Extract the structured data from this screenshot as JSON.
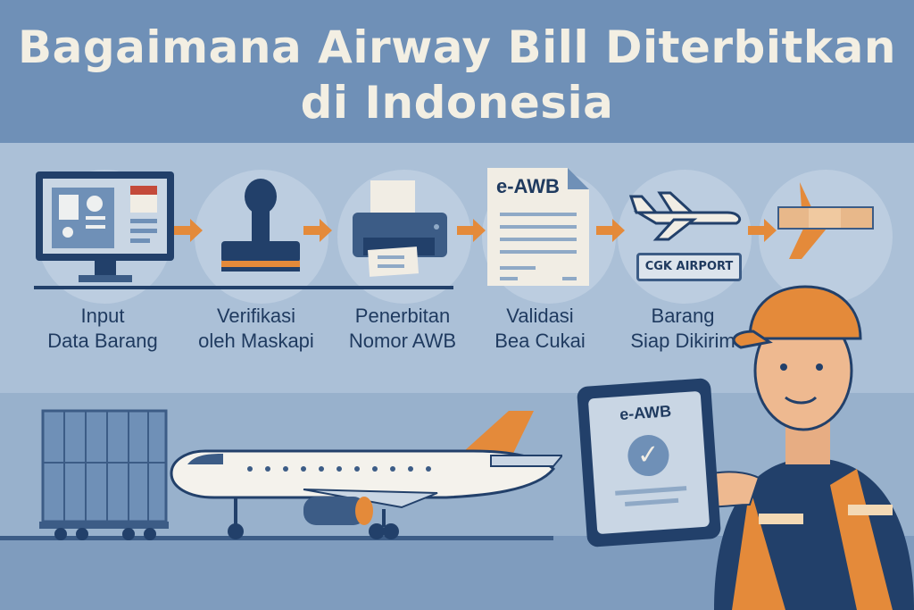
{
  "title": {
    "line1": "Bagaimana Airway Bill Diterbitkan",
    "line2": "di Indonesia"
  },
  "steps": [
    {
      "line1": "Input",
      "line2": "Data Barang",
      "icon": "computer-icon"
    },
    {
      "line1": "Verifikasi",
      "line2": "oleh Maskapi",
      "icon": "stamp-icon"
    },
    {
      "line1": "Penerbitan",
      "line2": "Nomor AWB",
      "icon": "printer-icon"
    },
    {
      "line1": "Validasi",
      "line2": "Bea Cukai",
      "icon": "document-icon"
    },
    {
      "line1": "Barang",
      "line2": "Siap Dikirim",
      "icon": "airplane-icon"
    }
  ],
  "document_label": "e-AWB",
  "airport_sign": "CGK AIRPORT",
  "tablet_label": "e-AWB",
  "colors": {
    "header": "#6f90b7",
    "accent": "#e48a3a",
    "navy": "#1f3a5f"
  }
}
